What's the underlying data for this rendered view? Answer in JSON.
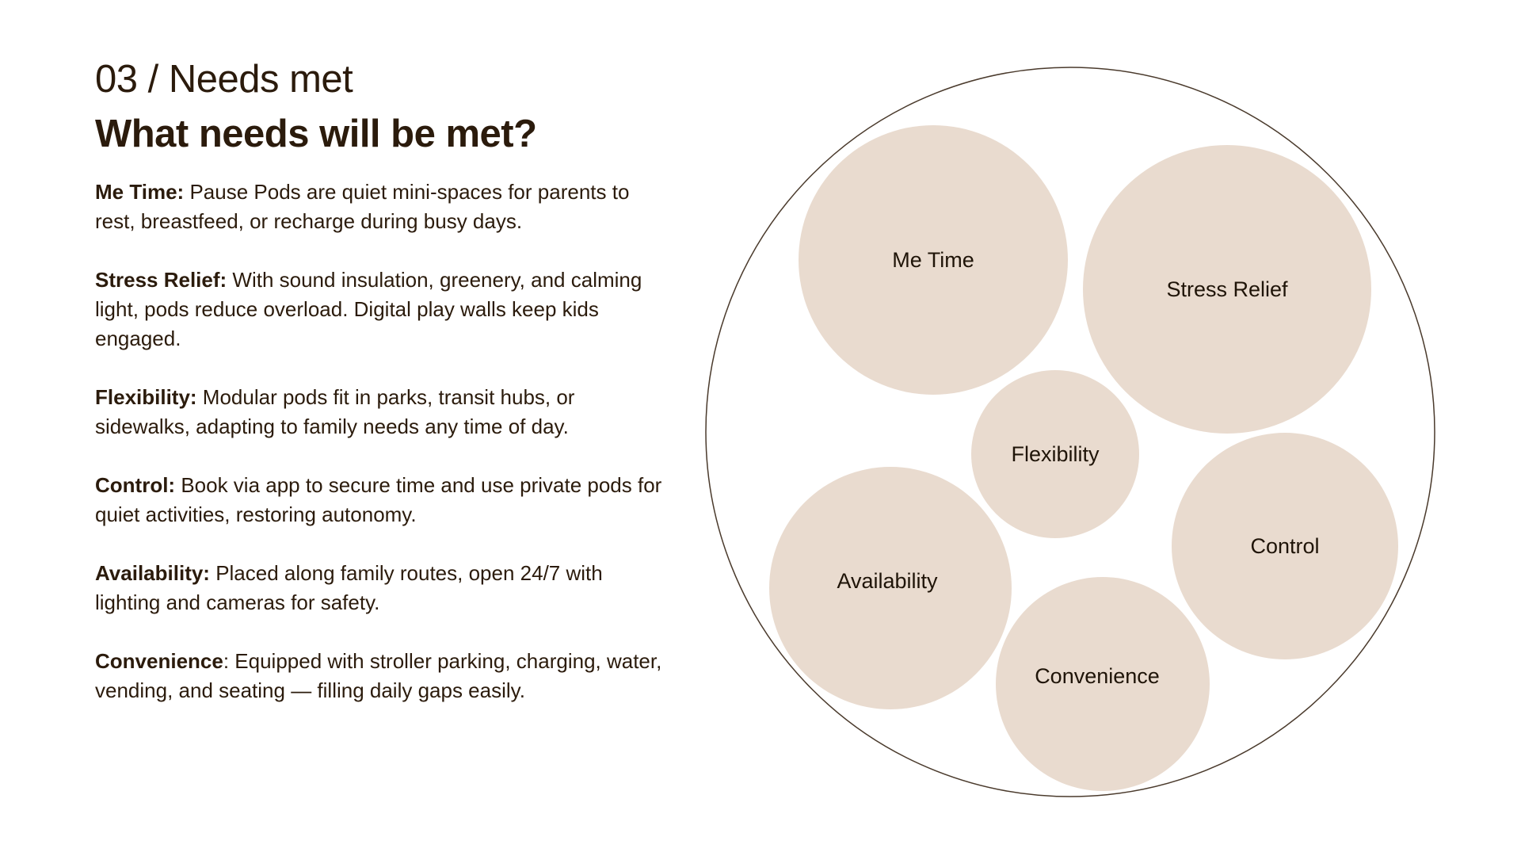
{
  "header": {
    "kicker": "03 / Needs met",
    "title": "What needs will be met?"
  },
  "needs": [
    {
      "term": "Me Time:",
      "text": " Pause Pods are quiet mini-spaces for parents to rest, breastfeed, or recharge during busy days."
    },
    {
      "term": "Stress Relief:",
      "text": " With sound insulation, greenery, and calming light, pods reduce overload. Digital play walls keep kids engaged."
    },
    {
      "term": "Flexibility:",
      "text": " Modular pods fit in parks, transit hubs, or sidewalks, adapting to family needs any time of day."
    },
    {
      "term": "Control:",
      "text": " Book via app to secure time and use private pods for quiet activities, restoring autonomy."
    },
    {
      "term": "Availability:",
      "text": " Placed along family routes, open 24/7 with lighting and cameras for safety."
    },
    {
      "term": "Convenience",
      "text": ": Equipped with stroller parking, charging, water, vending, and seating — filling daily gaps easily."
    }
  ],
  "diagram": {
    "bubbles": [
      "Me Time",
      "Stress Relief",
      "Flexibility",
      "Control",
      "Availability",
      "Convenience"
    ],
    "colors": {
      "bubble": "#e9dbcf",
      "outline": "#4a3a2c",
      "text": "#1f1408"
    }
  }
}
